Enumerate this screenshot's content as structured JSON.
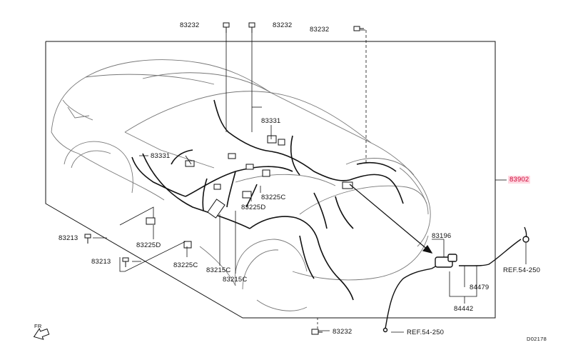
{
  "labels": {
    "top_left_1": "83232",
    "top_left_2": "83232",
    "top_right": "83232",
    "main_assembly": "83902",
    "p83331_upper": "83331",
    "p83331_left": "83331",
    "p83225c_center": "83225C",
    "p83225d_center": "83225D",
    "p83225d_left": "83225D",
    "p83225c_left": "83225C",
    "p83215c_a": "83215C",
    "p83215c_b": "83215C",
    "p83213_a": "83213",
    "p83213_b": "83213",
    "p83196": "83196",
    "p84479": "84479",
    "p84442": "84442",
    "ref_upper": "REF.54-250",
    "ref_lower": "REF.54-250",
    "bottom_bolt": "83232",
    "direction": "FR",
    "diagram_code": "D02178"
  },
  "colors": {
    "line": "#111111",
    "car": "#666666",
    "highlight_bg": "#ffd9e2",
    "highlight_text": "#cc0033"
  }
}
